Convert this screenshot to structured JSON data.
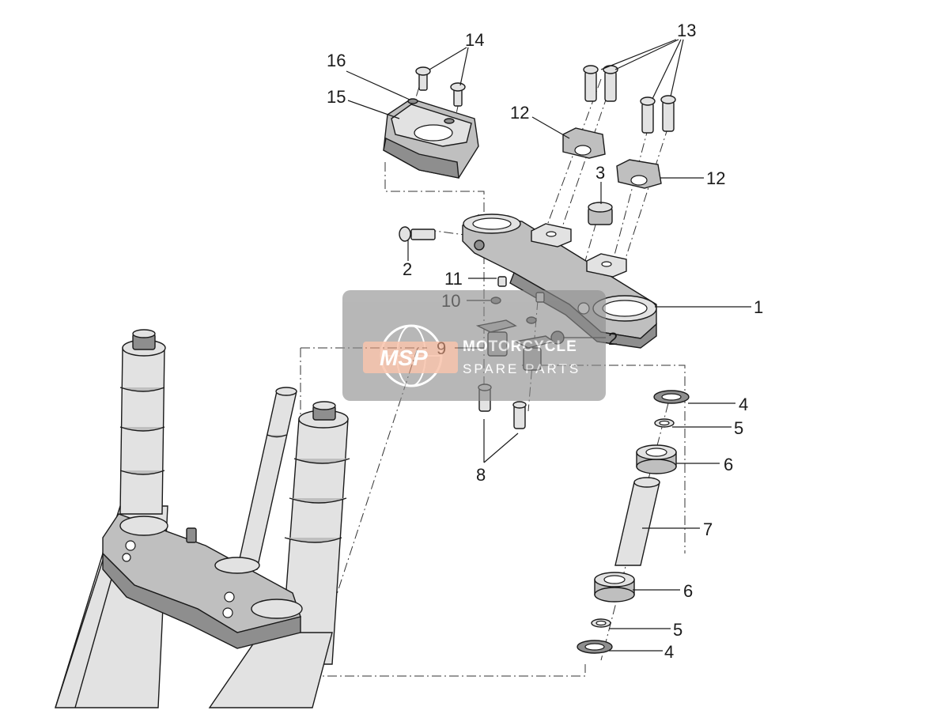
{
  "callouts": [
    {
      "id": "c1",
      "label": "1"
    },
    {
      "id": "c2a",
      "label": "2"
    },
    {
      "id": "c2b",
      "label": "2"
    },
    {
      "id": "c3",
      "label": "3"
    },
    {
      "id": "c4a",
      "label": "4"
    },
    {
      "id": "c4b",
      "label": "4"
    },
    {
      "id": "c5a",
      "label": "5"
    },
    {
      "id": "c5b",
      "label": "5"
    },
    {
      "id": "c6a",
      "label": "6"
    },
    {
      "id": "c6b",
      "label": "6"
    },
    {
      "id": "c7",
      "label": "7"
    },
    {
      "id": "c8",
      "label": "8"
    },
    {
      "id": "c9",
      "label": "9"
    },
    {
      "id": "c10",
      "label": "10"
    },
    {
      "id": "c11",
      "label": "11"
    },
    {
      "id": "c12a",
      "label": "12"
    },
    {
      "id": "c12b",
      "label": "12"
    },
    {
      "id": "c13",
      "label": "13"
    },
    {
      "id": "c14",
      "label": "14"
    },
    {
      "id": "c15",
      "label": "15"
    },
    {
      "id": "c16",
      "label": "16"
    }
  ],
  "watermark": {
    "logo": "MSP",
    "line1": "MOTORCYCLE",
    "line2": "SPARE PARTS",
    "colors": {
      "panel": "#8c8c8c",
      "logo": "#f4a07a",
      "text": "#ffffff"
    }
  }
}
